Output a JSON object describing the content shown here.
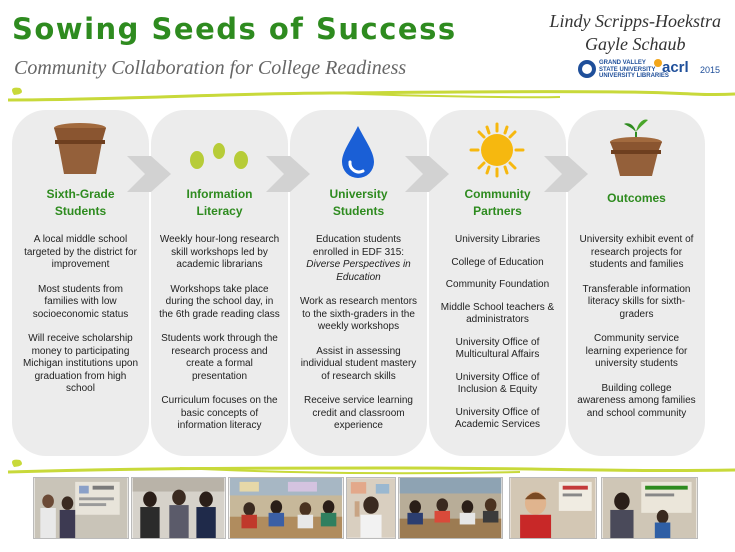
{
  "header": {
    "title": "Sowing Seeds of Success",
    "subtitle": "Community Collaboration for College Readiness",
    "authors": [
      "Lindy Scripps-Hoekstra",
      "Gayle Schaub"
    ],
    "logo_gv_lines": [
      "GRAND VALLEY",
      "STATE UNIVERSITY",
      "UNIVERSITY LIBRARIES"
    ],
    "logo_acrl": "acrl",
    "logo_acrl_year": "2015"
  },
  "colors": {
    "title_green": "#2e8b1f",
    "vine_green": "#c8d93a",
    "column_bg": "#ececec",
    "arrow_gray": "#d2d2d2",
    "pot_brown": "#8a5530",
    "seed_green": "#b7cc38",
    "drop_blue": "#1a5fd6",
    "sun_yellow": "#f6b80f"
  },
  "columns": [
    {
      "icon": "flower-pot-icon",
      "title_lines": [
        "Sixth-Grade",
        "Students"
      ],
      "paragraphs": [
        "A local middle school targeted by the district for improvement",
        "Most students from families with low socioeconomic status",
        "Will receive scholarship money to participating Michigan institutions upon graduation from high school"
      ]
    },
    {
      "icon": "seeds-icon",
      "title_lines": [
        "Information",
        "Literacy"
      ],
      "paragraphs": [
        "Weekly hour-long research skill workshops led by academic librarians",
        "Workshops take place during the school day, in the 6th grade reading class",
        "Students work through the research process and create a formal presentation",
        "Curriculum focuses on the basic concepts of information literacy"
      ]
    },
    {
      "icon": "water-drop-icon",
      "title_lines": [
        "University",
        "Students"
      ],
      "first_paragraph": "Education students enrolled in EDF 315:",
      "first_paragraph_italic": "Diverse Perspectives in Education",
      "paragraphs": [
        "Work as research mentors to the sixth-graders in the weekly workshops",
        "Assist in assessing individual student mastery of research skills",
        "Receive service learning credit and classroom experience"
      ]
    },
    {
      "icon": "sun-icon",
      "title_lines": [
        "Community",
        "Partners"
      ],
      "paragraphs": [
        "University Libraries",
        "College of Education",
        "Community Foundation",
        "Middle School teachers & administrators",
        "University Office of Multicultural Affairs",
        "University Office of Inclusion & Equity",
        "University Office of Academic Services"
      ]
    },
    {
      "icon": "sprout-pot-icon",
      "title_lines": [
        "Outcomes"
      ],
      "paragraphs": [
        "University exhibit event of research projects for students and families",
        "Transferable information literacy skills for sixth-graders",
        "Community service learning experience for university students",
        "Building college awareness among families and school community"
      ]
    }
  ],
  "photos": [
    {
      "name": "photo-students-at-poster"
    },
    {
      "name": "photo-students-presenting"
    },
    {
      "name": "photo-classroom-workshop"
    },
    {
      "name": "photo-student-waving"
    },
    {
      "name": "photo-classroom-tables"
    },
    {
      "name": "photo-student-with-poster"
    },
    {
      "name": "photo-mentor-and-student"
    }
  ]
}
